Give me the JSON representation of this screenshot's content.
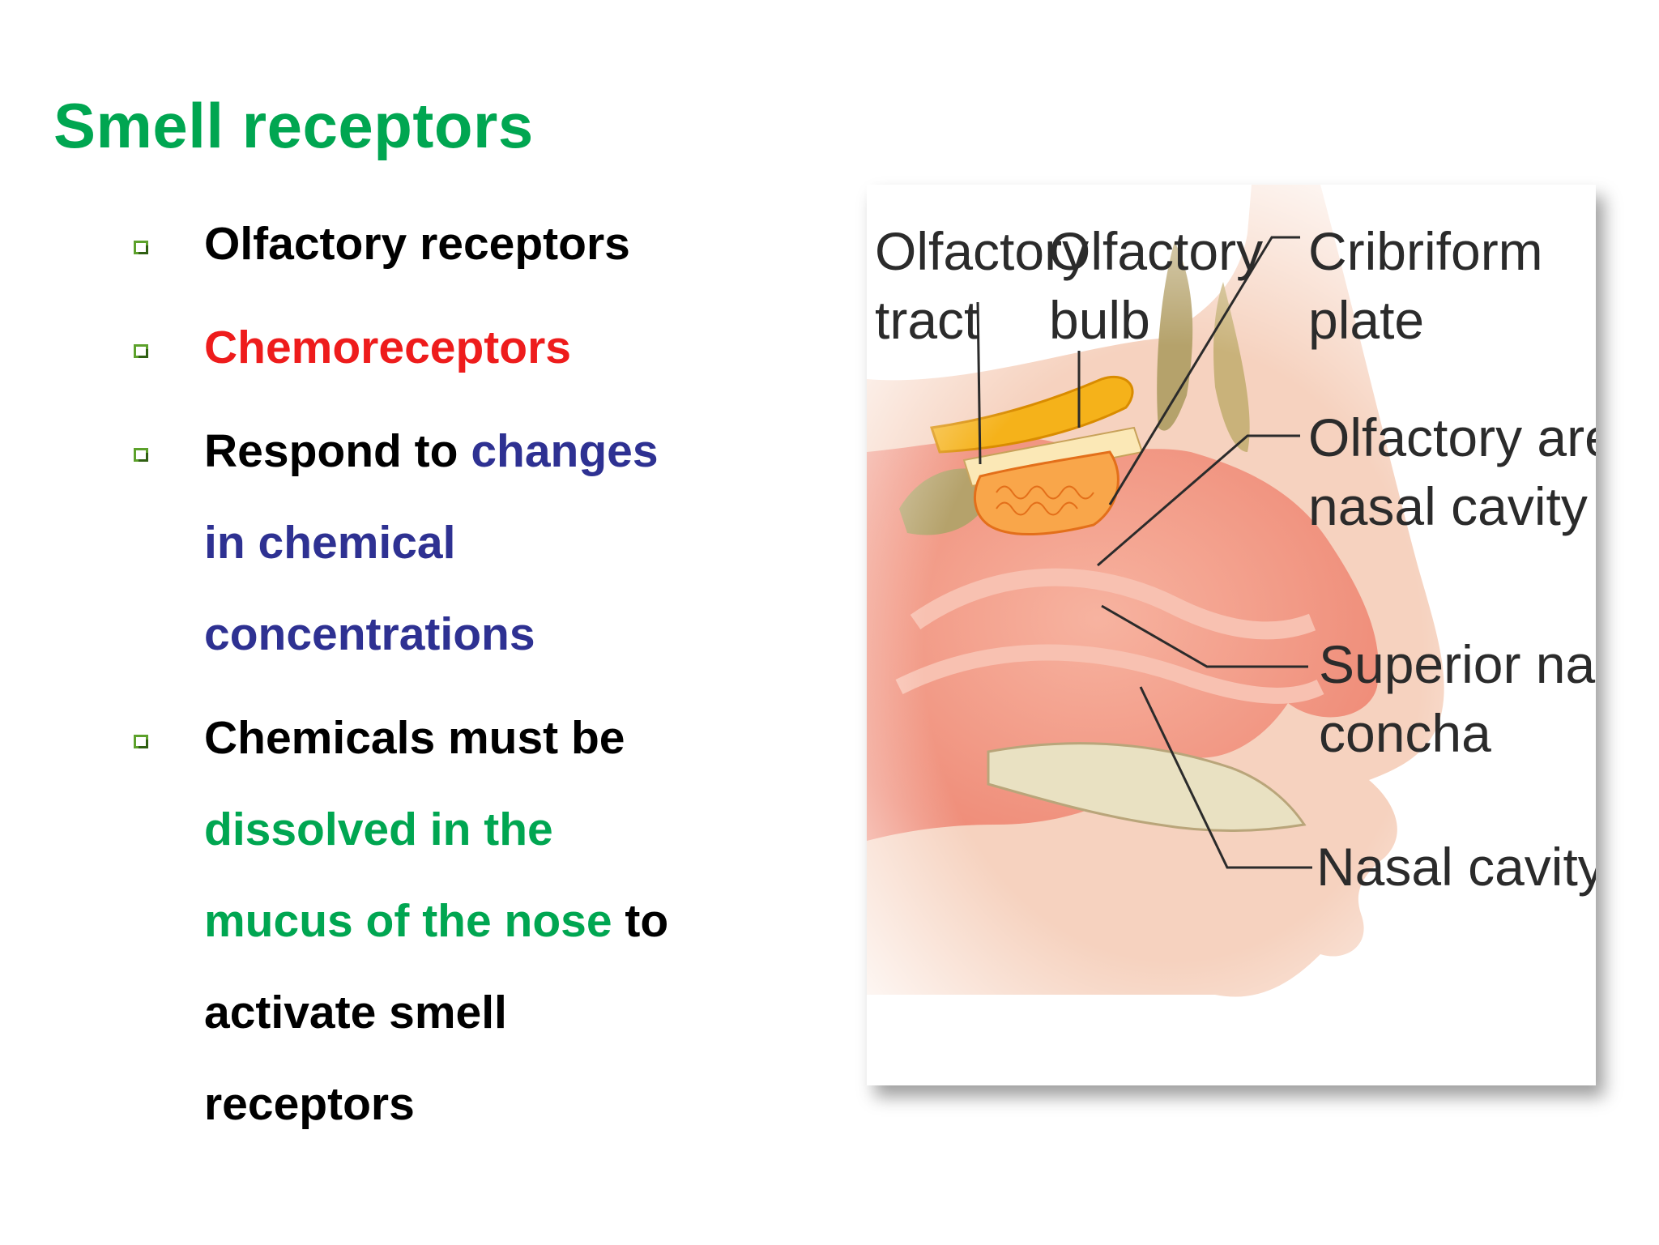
{
  "slide": {
    "title": "Smell receptors",
    "bullets": [
      {
        "text": "Olfactory receptors"
      },
      {
        "text": "Chemoreceptors"
      },
      {
        "line1_a": "Respond to ",
        "line1_b": "changes",
        "line2": "in chemical",
        "line3": "concentrations"
      },
      {
        "line1": "Chemicals must be",
        "line2": "dissolved in the",
        "line3_a": "mucus of the nose",
        "line3_b": " to",
        "line4": "activate smell",
        "line5": "receptors"
      }
    ],
    "colors": {
      "title": "#00a651",
      "red": "#ee1c1c",
      "blue": "#2e3192",
      "green": "#00a651",
      "bullet_marker": "#5ca12b"
    }
  },
  "figure": {
    "labels": {
      "olfactory_tract": [
        "Olfactory",
        "tract"
      ],
      "olfactory_bulb": [
        "Olfactory",
        "bulb"
      ],
      "cribriform_plate": [
        "Cribriform",
        "plate"
      ],
      "olfactory_area": [
        "Olfactory area of",
        "nasal cavity"
      ],
      "superior_concha": [
        "Superior nasal",
        "concha"
      ],
      "nasal_cavity": [
        "Nasal cavity"
      ]
    }
  }
}
